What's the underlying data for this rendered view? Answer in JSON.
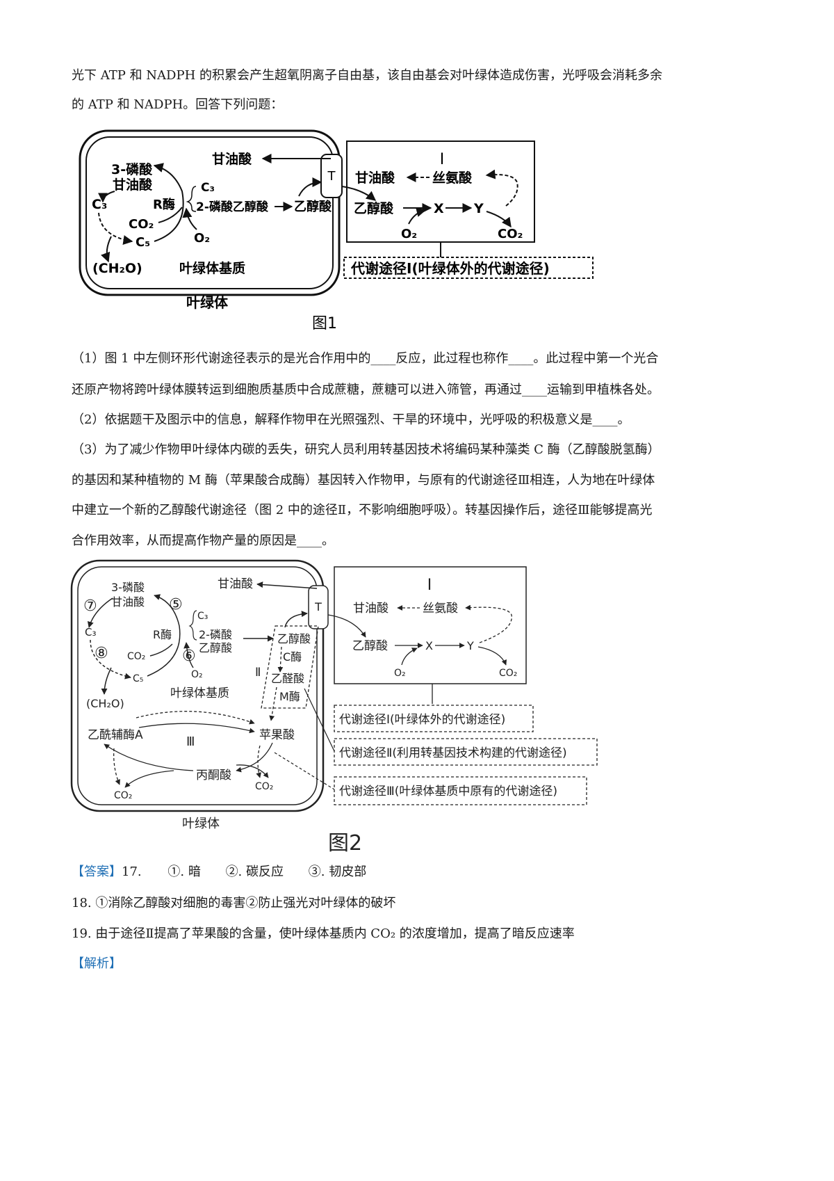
{
  "intro": {
    "line1": "光下 ATP 和 NADPH 的积累会产生超氧阴离子自由基，该自由基会对叶绿体造成伤害，光呼吸会消耗多余",
    "line2": "的 ATP 和 NADPH。回答下列问题："
  },
  "fig1": {
    "caption": "图1",
    "chloroplast_label": "叶绿体",
    "matrix_label": "叶绿体基质",
    "T": "T",
    "pga": [
      "3-磷酸",
      "甘油酸"
    ],
    "c3": "C₃",
    "c5": "C₅",
    "co2": "CO₂",
    "ch2o": "(CH₂O)",
    "r_enzyme": "R酶",
    "branch_c3": "C₃",
    "branch_pg": "2-磷酸乙醇酸",
    "o2": "O₂",
    "glycolate": "乙醇酸",
    "glycerate": "甘油酸",
    "box_roman": "I",
    "box_glycerate": "甘油酸",
    "box_serine": "丝氨酸",
    "box_glycolate": "乙醇酸",
    "box_x": "X",
    "box_y": "Y",
    "box_o2": "O₂",
    "box_co2": "CO₂",
    "pathway_label": "代谢途径Ⅰ(叶绿体外的代谢途径)"
  },
  "questions": {
    "q1_l1": "（1）图 1 中左侧环形代谢途径表示的是光合作用中的____反应，此过程也称作____。此过程中第一个光合",
    "q1_l2": "还原产物将跨叶绿体膜转运到细胞质基质中合成蔗糖，蔗糖可以进入筛管，再通过____运输到甲植株各处。",
    "q2": "（2）依据题干及图示中的信息，解释作物甲在光照强烈、干旱的环境中，光呼吸的积极意义是____。",
    "q3_l1": "（3）为了减少作物甲叶绿体内碳的丢失，研究人员利用转基因技术将编码某种藻类 C 酶（乙醇酸脱氢酶）",
    "q3_l2": "的基因和某种植物的 M 酶（苹果酸合成酶）基因转入作物甲，与原有的代谢途径Ⅲ相连，人为地在叶绿体",
    "q3_l3": "中建立一个新的乙醇酸代谢途径（图 2 中的途径Ⅱ，不影响细胞呼吸）。转基因操作后，途径Ⅲ能够提高光",
    "q3_l4": "合作用效率，从而提高作物产量的原因是____。"
  },
  "fig2": {
    "caption": "图2",
    "chloroplast_label": "叶绿体",
    "matrix_label": "叶绿体基质",
    "T": "T",
    "pga": [
      "3-磷酸",
      "甘油酸"
    ],
    "n5": "⑤",
    "n6": "⑥",
    "n7": "⑦",
    "n8": "⑧",
    "c3": "C₃",
    "c5": "C₅",
    "co2": "CO₂",
    "ch2o": "(CH₂O)",
    "r_enzyme": "R酶",
    "branch_c3": "C₃",
    "branch_pg": [
      "2-磷酸",
      "乙醇酸"
    ],
    "o2": "O₂",
    "glycerate": "甘油酸",
    "ii_roman": "Ⅱ",
    "ii_glycolate": "乙醇酸",
    "ii_c_enzyme": "C酶",
    "ii_glyoxylate": "乙醛酸",
    "ii_m_enzyme": "M酶",
    "iii_roman": "Ⅲ",
    "acetyl_coa": "乙酰辅酶A",
    "malate": "苹果酸",
    "pyruvate": "丙酮酸",
    "co2_a": "CO₂",
    "co2_b": "CO₂",
    "box_roman": "I",
    "box_glycerate": "甘油酸",
    "box_serine": "丝氨酸",
    "box_glycolate": "乙醇酸",
    "box_x": "X",
    "box_y": "Y",
    "box_o2": "O₂",
    "box_co2": "CO₂",
    "legend1": "代谢途径Ⅰ(叶绿体外的代谢途径)",
    "legend2": "代谢途径Ⅱ(利用转基因技术构建的代谢途径)",
    "legend3": "代谢途径Ⅲ(叶绿体基质中原有的代谢途径)"
  },
  "answers": {
    "tag": "【答案】",
    "num17": "17.",
    "a1": "①. 暗",
    "a2": "②. 碳反应",
    "a3": "③. 韧皮部",
    "a18": "18. ①消除乙醇酸对细胞的毒害②防止强光对叶绿体的破坏",
    "a19": "19. 由于途径Ⅱ提高了苹果酸的含量，使叶绿体基质内 CO₂ 的浓度增加，提高了暗反应速率",
    "analysis_tag": "【解析】"
  }
}
